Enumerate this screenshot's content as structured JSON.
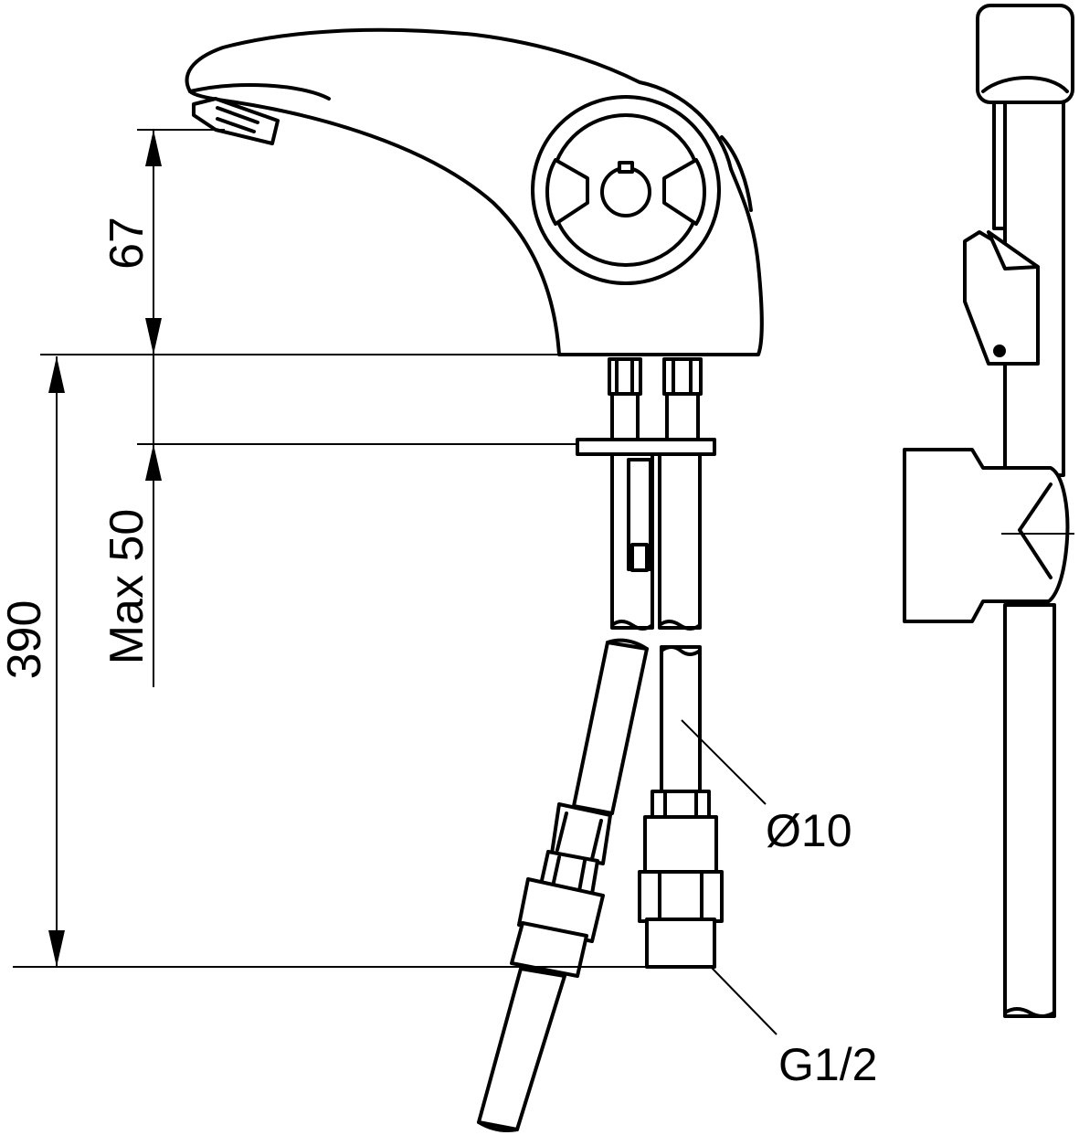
{
  "dimensions": {
    "spout_height": "67",
    "deck_thickness": "Max 50",
    "total_length": "390"
  },
  "callouts": {
    "hose_diameter": "Ø10",
    "thread_size": "G1/2"
  }
}
